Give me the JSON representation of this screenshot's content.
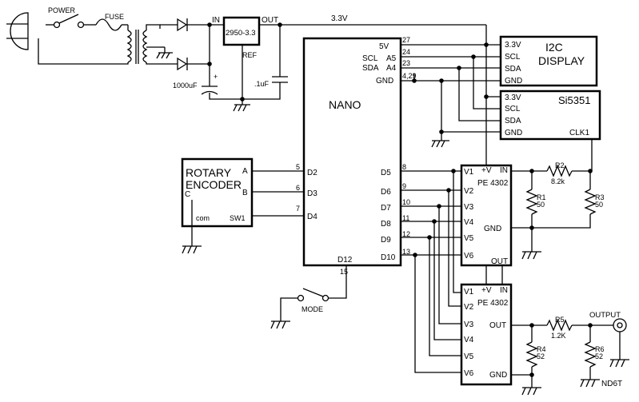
{
  "labels": {
    "power": "POWER",
    "fuse": "FUSE",
    "in": "IN",
    "out": "OUT",
    "regulator": "2950-3.3",
    "ref": "REF",
    "rail": "3.3V",
    "cap_1000": "1000uF",
    "cap_plus": "+",
    "cap_01": ".1uF",
    "nano": "NANO",
    "nano_5v": "5V",
    "nano_scl": "SCL",
    "nano_a5": "A5",
    "nano_sda": "SDA",
    "nano_a4": "A4",
    "nano_gnd": "GND",
    "pin27": "27",
    "pin24": "24",
    "pin23": "23",
    "pin4_29": "4,29",
    "i2c_line1": "I2C",
    "i2c_line2": "DISPLAY",
    "i2c_33": "3.3V",
    "i2c_scl": "SCL",
    "i2c_sda": "SDA",
    "i2c_gnd": "GND",
    "si_title": "Si5351",
    "si_33": "3.3V",
    "si_scl": "SCL",
    "si_sda": "SDA",
    "si_gnd": "GND",
    "si_clk1": "CLK1",
    "enc_line1": "ROTARY",
    "enc_line2": "ENCODER",
    "enc_a": "A",
    "enc_b": "B",
    "enc_c": "C",
    "enc_com": "com",
    "enc_sw1": "SW1",
    "pin5": "5",
    "pin6": "6",
    "pin7": "7",
    "d2": "D2",
    "d3": "D3",
    "d4": "D4",
    "d5": "D5",
    "d6": "D6",
    "d7": "D7",
    "d8": "D8",
    "d9": "D9",
    "d10": "D10",
    "d12": "D12",
    "pin8": "8",
    "pin9": "9",
    "pin10": "10",
    "pin11": "11",
    "pin12": "12",
    "pin13": "13",
    "pin15": "15",
    "mode": "MODE",
    "pe1_plusv": "+V",
    "pe1_in": "IN",
    "pe1_name": "PE 4302",
    "pe1_gnd": "GND",
    "pe1_out": "OUT",
    "pe2_plusv": "+V",
    "pe2_in": "IN",
    "pe2_name": "PE 4302",
    "pe2_out": "OUT",
    "pe2_gnd": "GND",
    "v1": "V1",
    "v2": "V2",
    "v3": "V3",
    "v4": "V4",
    "v5": "V5",
    "v6": "V6",
    "r1": "R1",
    "r1v": "50",
    "r2": "R2",
    "r2v": "8.2k",
    "r3": "R3",
    "r3v": "50",
    "r4": "R4",
    "r4v": "52",
    "r5": "R5",
    "r5v": "1.2K",
    "r6": "R6",
    "r6v": "52",
    "output": "OUTPUT",
    "nd6t": "ND6T"
  }
}
